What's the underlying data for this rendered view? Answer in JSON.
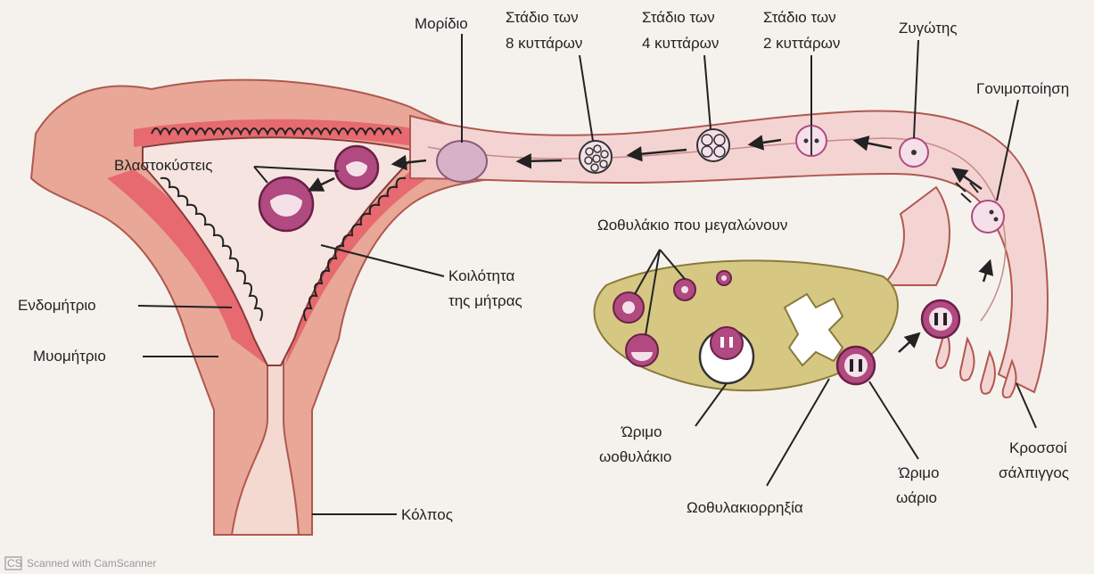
{
  "labels": {
    "morula": "Μορίδιο",
    "stage8_l1": "Στάδιο των",
    "stage8_l2": "8 κυττάρων",
    "stage4_l1": "Στάδιο των",
    "stage4_l2": "4 κυττάρων",
    "stage2_l1": "Στάδιο των",
    "stage2_l2": "2 κυττάρων",
    "zygote": "Ζυγώτης",
    "fertilization": "Γονιμοποίηση",
    "blastocysts": "Βλαστοκύστεις",
    "growing_follicles": "Ωοθυλάκιο που μεγαλώνουν",
    "cavity_l1": "Κοιλότητα",
    "cavity_l2": "της μήτρας",
    "endometrium": "Ενδομήτριο",
    "myometrium": "Μυομήτριο",
    "mature_follicle_l1": "Ώριμο",
    "mature_follicle_l2": "ωοθυλάκιο",
    "mature_ovum_l1": "Ώριμο",
    "mature_ovum_l2": "ωάριο",
    "fimbriae_l1": "Κροσσοί",
    "fimbriae_l2": "σάλπιγγος",
    "ovulation": "Ωοθυλακιορρηξία",
    "vagina": "Κόλπος"
  },
  "watermark": {
    "badge": "CS",
    "text": "Scanned with CamScanner"
  },
  "colors": {
    "uterus_wall": "#e8a797",
    "cavity": "#f5e4e0",
    "endometrium": "#e66a6f",
    "ovary": "#d6c783",
    "cell": "#b04a80",
    "tube": "#f3d4d3"
  }
}
